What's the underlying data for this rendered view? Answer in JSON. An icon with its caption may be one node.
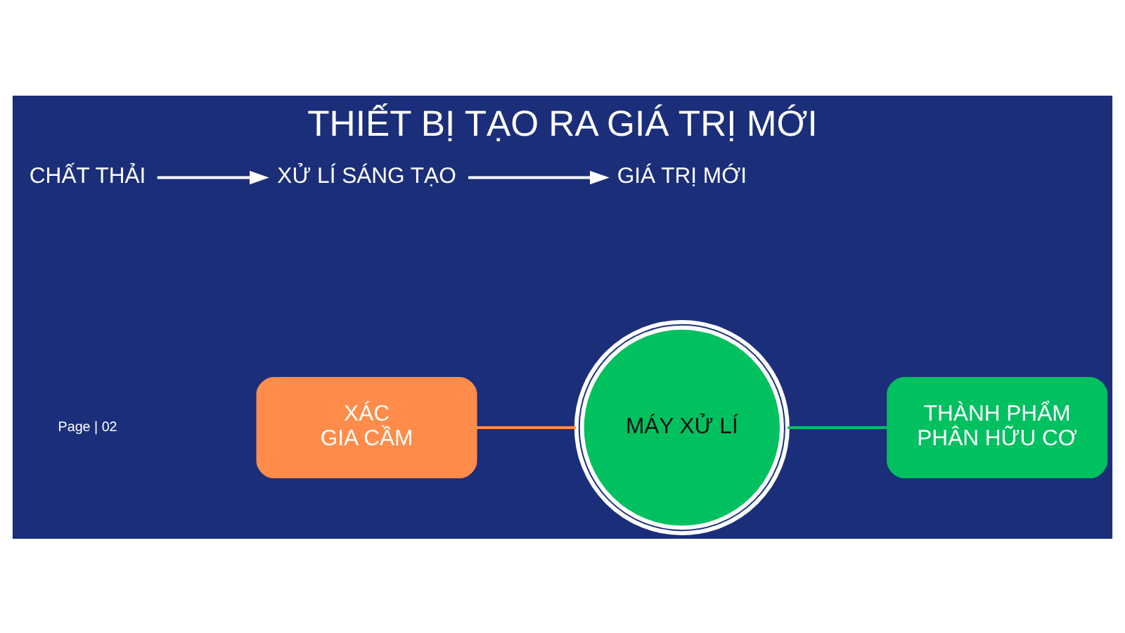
{
  "diagram": {
    "title": "THIẾT BỊ TẠO RA GIÁ TRỊ MỚI",
    "nodes": [
      {
        "text": [
          "XÁC",
          "GIA CẦM"
        ]
      },
      {
        "text": [
          "MÁY XỬ LÍ"
        ]
      },
      {
        "text": [
          "THÀNH PHẨM",
          "PHÂN HỮU CƠ"
        ]
      },
      {
        "text": [
          "CHẤT THẢI"
        ]
      },
      {
        "text": [
          "XỬ LÍ SÁNG TẠO"
        ]
      },
      {
        "text": [
          "GIÁ TRỊ MỚI"
        ]
      }
    ],
    "edges": [
      {
        "from": 0,
        "to": 1,
        "arrow": "none",
        "color": "#ff8c4a"
      },
      {
        "from": 1,
        "to": 2,
        "arrow": "none",
        "color": "#00c060"
      },
      {
        "from": 3,
        "to": 4,
        "arrow": "to"
      },
      {
        "from": 4,
        "to": 5,
        "arrow": "to"
      }
    ],
    "labels": [
      "Page | 02"
    ]
  }
}
